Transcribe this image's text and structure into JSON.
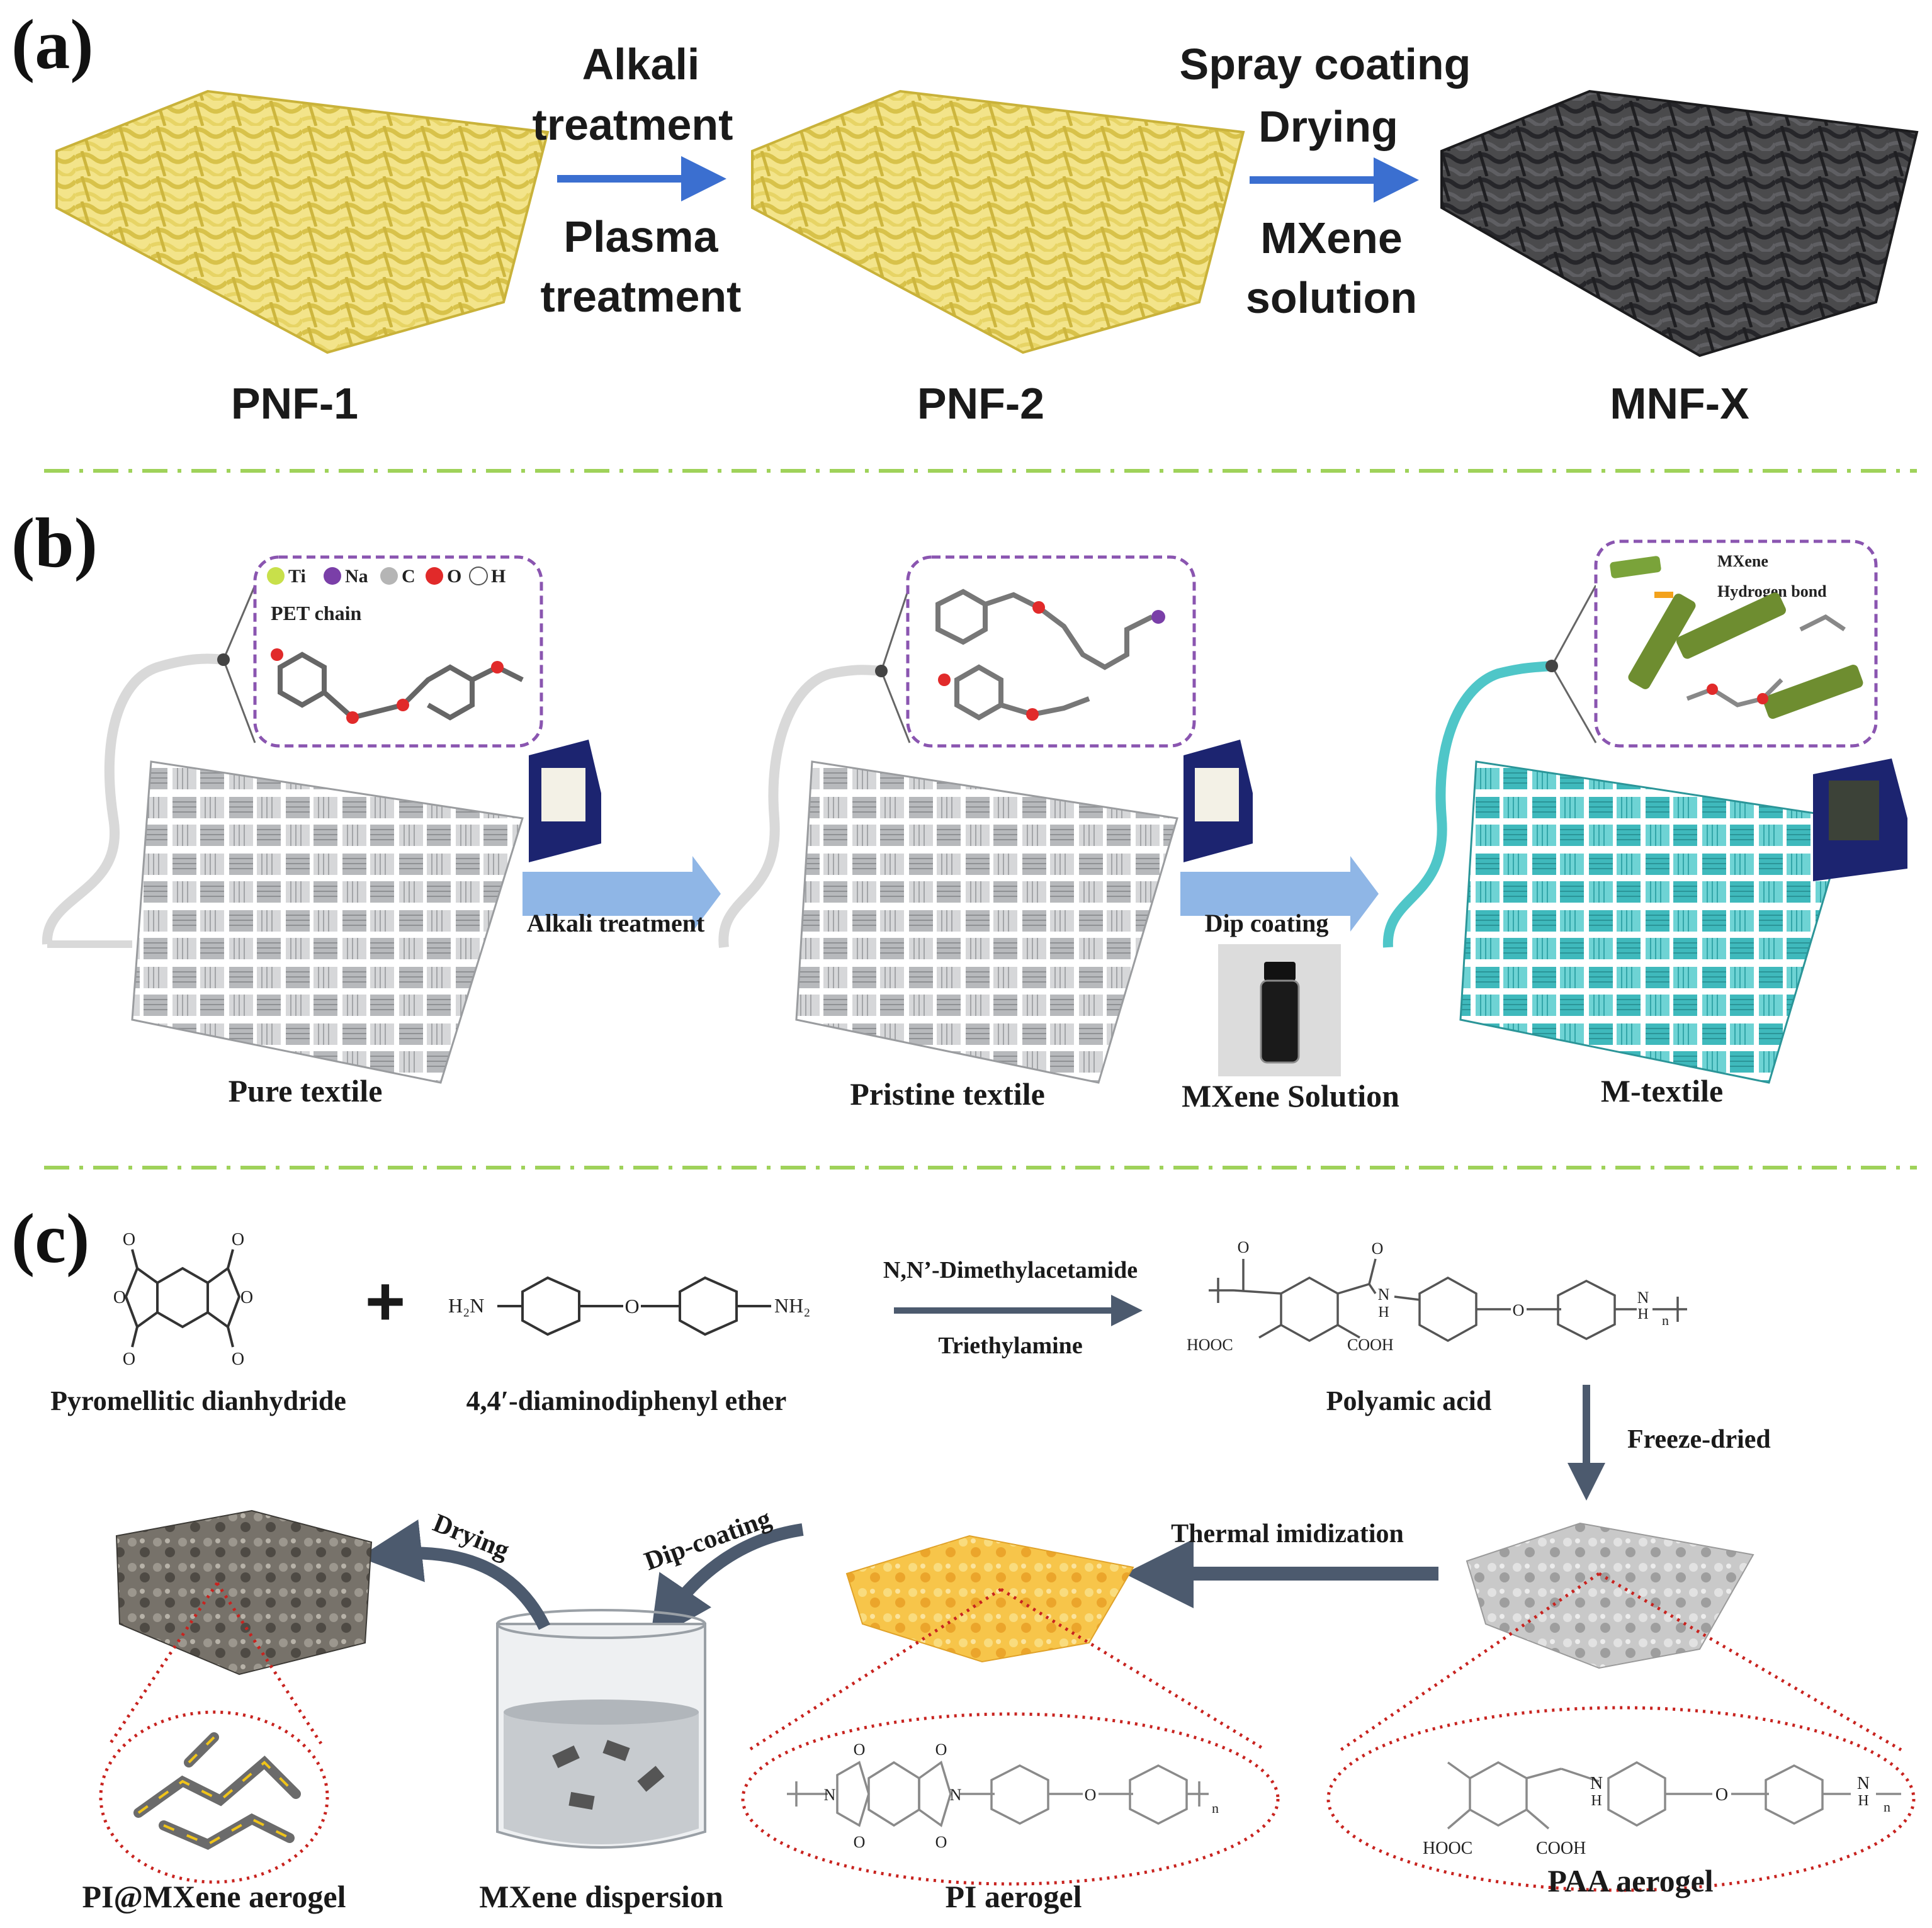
{
  "panel_a": {
    "letter": "(a)",
    "step1_top": [
      "Alkali",
      "treatment"
    ],
    "step1_bottom": [
      "Plasma",
      "treatment"
    ],
    "step2_top": [
      "Spray coating",
      "Drying"
    ],
    "step2_bottom": [
      "MXene",
      "solution"
    ],
    "labels": [
      "PNF-1",
      "PNF-2",
      "MNF-X"
    ],
    "colors": {
      "fiber_yellow": "#f1e27a",
      "fiber_dark": "#3a3a3c",
      "arrow": "#3b6fd0"
    }
  },
  "panel_b": {
    "letter": "(b)",
    "legend": [
      "Ti",
      "Na",
      "C",
      "O",
      "H"
    ],
    "pet_chain": "PET chain",
    "mxene_legend": [
      "MXene",
      "Hydrogen bond"
    ],
    "arrow1": "Alkali treatment",
    "arrow2": "Dip coating",
    "labels": [
      "Pure textile",
      "Pristine textile",
      "MXene Solution",
      "M-textile"
    ],
    "colors": {
      "textile_gray": "#bfc1c4",
      "textile_teal": "#4fc6c8",
      "zoom_border": "#8a55b0",
      "arrow": "#8fb6e6"
    }
  },
  "panel_c": {
    "letter": "(c)",
    "reagent1": "Pyromellitic dianhydride",
    "reagent2": "4,4′-diaminodiphenyl ether",
    "reagent2_groups": [
      "H₂N",
      "O",
      "NH₂"
    ],
    "conditions": [
      "N,N’-Dimethylacetamide",
      "Triethylamine"
    ],
    "product": "Polyamic acid",
    "product_groups": [
      "HOOC",
      "COOH",
      "N",
      "H",
      "O",
      "n"
    ],
    "freeze": "Freeze-dried",
    "thermal": "Thermal imidization",
    "drying": "Drying",
    "dip": "Dip-coating",
    "ring_atoms": [
      "O",
      "N",
      "n"
    ],
    "labels": [
      "PI@MXene aerogel",
      "MXene dispersion",
      "PI aerogel",
      "PAA aerogel"
    ],
    "colors": {
      "arrow_dark": "#4c5a6e",
      "zoom_red": "#c8231f",
      "pi_orange": "#f4b73c",
      "paa_gray": "#bdbdbd"
    }
  }
}
